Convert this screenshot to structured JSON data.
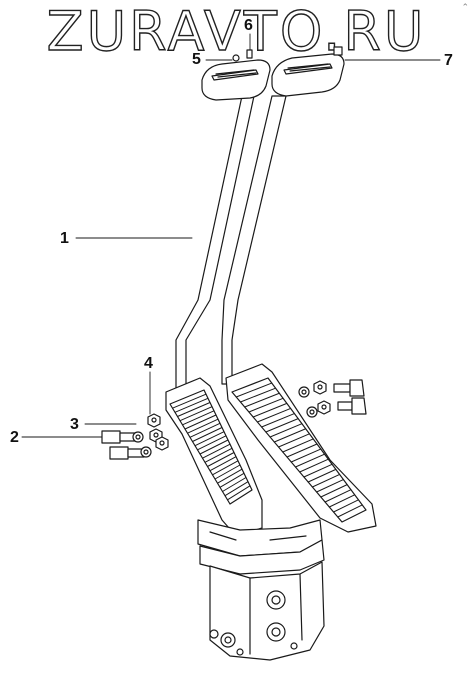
{
  "watermark": "ZURAVTO.RU",
  "corner_mark": "⌃",
  "callouts": [
    {
      "id": "1",
      "label": "1"
    },
    {
      "id": "2",
      "label": "2"
    },
    {
      "id": "3",
      "label": "3"
    },
    {
      "id": "4",
      "label": "4"
    },
    {
      "id": "5",
      "label": "5"
    },
    {
      "id": "6",
      "label": "6"
    },
    {
      "id": "7",
      "label": "7"
    }
  ],
  "colors": {
    "line": "#1a1a1a",
    "paper": "#ffffff",
    "watermark_stroke": "#222222"
  }
}
